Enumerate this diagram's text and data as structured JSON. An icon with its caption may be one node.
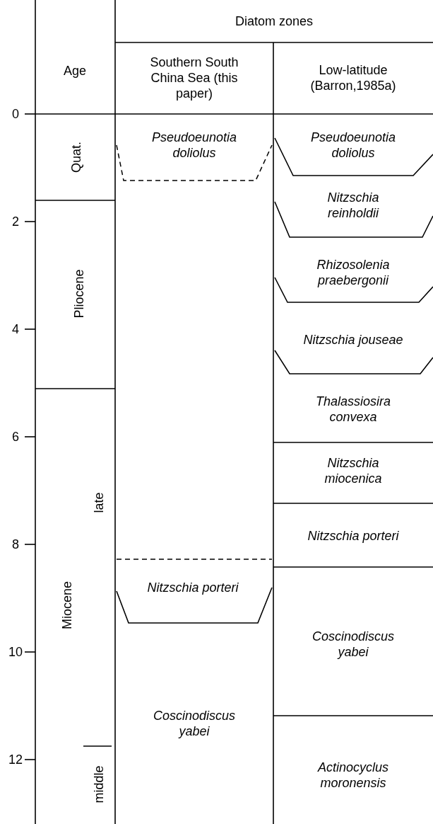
{
  "diagram": {
    "nodes": [
      {
        "text": [
          "Age"
        ]
      },
      {
        "text": [
          "Diatom zones"
        ]
      },
      {
        "text": [
          "Southern South China Sea (this paper)"
        ]
      },
      {
        "text": [
          "Low-latitude (Barron,1985a)"
        ]
      },
      {
        "text": [
          "Quat."
        ]
      },
      {
        "text": [
          "Pliocene"
        ]
      },
      {
        "text": [
          "Miocene"
        ]
      },
      {
        "text": [
          "late"
        ]
      },
      {
        "text": [
          "middle"
        ]
      },
      {
        "text": [
          "Pseudoeunotia doliolus"
        ]
      },
      {
        "text": [
          "Nitzschia porteri"
        ]
      },
      {
        "text": [
          "Coscinodiscus yabei"
        ]
      },
      {
        "text": [
          "Pseudoeunotia doliolus"
        ]
      },
      {
        "text": [
          "Nitzschia reinholdii"
        ]
      },
      {
        "text": [
          "Rhizosolenia praebergonii"
        ]
      },
      {
        "text": [
          "Nitzschia jouseae"
        ]
      },
      {
        "text": [
          "Thalassiosira convexa"
        ]
      },
      {
        "text": [
          "Nitzschia miocenica"
        ]
      },
      {
        "text": [
          "Nitzschia porteri"
        ]
      },
      {
        "text": [
          "Coscinodiscus yabei"
        ]
      },
      {
        "text": [
          "Actinocyclus moronensis"
        ]
      }
    ],
    "labels": [
      "0",
      "2",
      "4",
      "6",
      "8",
      "10",
      "12"
    ]
  }
}
